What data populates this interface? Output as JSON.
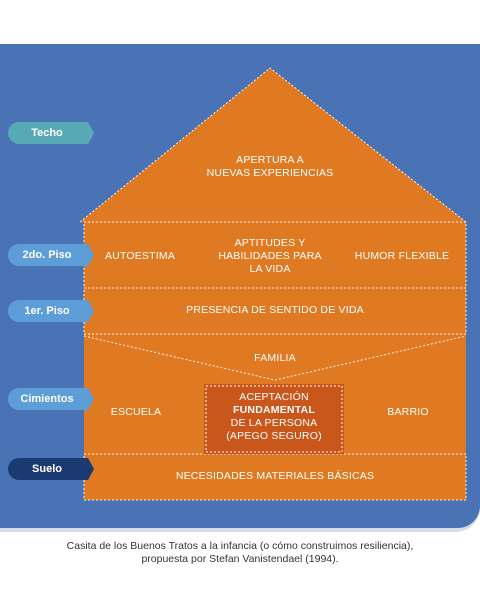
{
  "levels": {
    "techo": "Techo",
    "segundo_piso": "2do. Piso",
    "primer_piso": "1er. Piso",
    "cimientos": "Cimientos",
    "suelo": "Suelo"
  },
  "house": {
    "roof_line1": "APERTURA A",
    "roof_line2": "NUEVAS EXPERIENCIAS",
    "autoestima": "AUTOESTIMA",
    "aptitudes_line1": "APTITUDES Y",
    "aptitudes_line2": "HABILIDADES PARA",
    "aptitudes_line3": "LA VIDA",
    "humor": "HUMOR FLEXIBLE",
    "sentido": "PRESENCIA DE SENTIDO DE VIDA",
    "familia": "FAMILIA",
    "escuela": "ESCUELA",
    "barrio": "BARRIO",
    "aceptacion_line1": "ACEPTACIÓN",
    "aceptacion_line2": "FUNDAMENTAL",
    "aceptacion_line3": "DE LA PERSONA",
    "aceptacion_line4": "(APEGO SEGURO)",
    "necesidades": "NECESIDADES MATERIALES BÁSICAS"
  },
  "caption": {
    "line1": "Casita de los Buenos Tratos a la infancia (o cómo construimos resiliencia),",
    "line2": "propuesta por Stefan Vanistendael (1994)."
  },
  "colors": {
    "panel": "#4a73b5",
    "house": "#e07a22",
    "center_box": "#c9561a",
    "tag_teal": "#58a9b6",
    "tag_light": "#5e9ed8",
    "tag_navy": "#1c3a72"
  }
}
